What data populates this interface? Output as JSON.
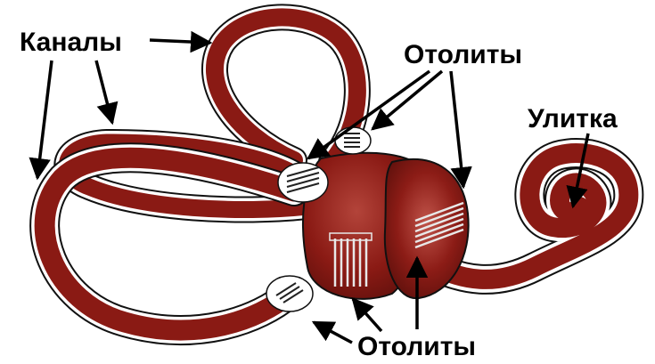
{
  "labels": {
    "canals": "Каналы",
    "otoliths_top": "Отолиты",
    "cochlea": "Улитка",
    "otoliths_bottom": "Отолиты"
  },
  "colors": {
    "canal_fill": "#8a1a14",
    "canal_dark": "#6e1410",
    "outline": "#111111",
    "background": "#ffffff",
    "text": "#000000"
  }
}
